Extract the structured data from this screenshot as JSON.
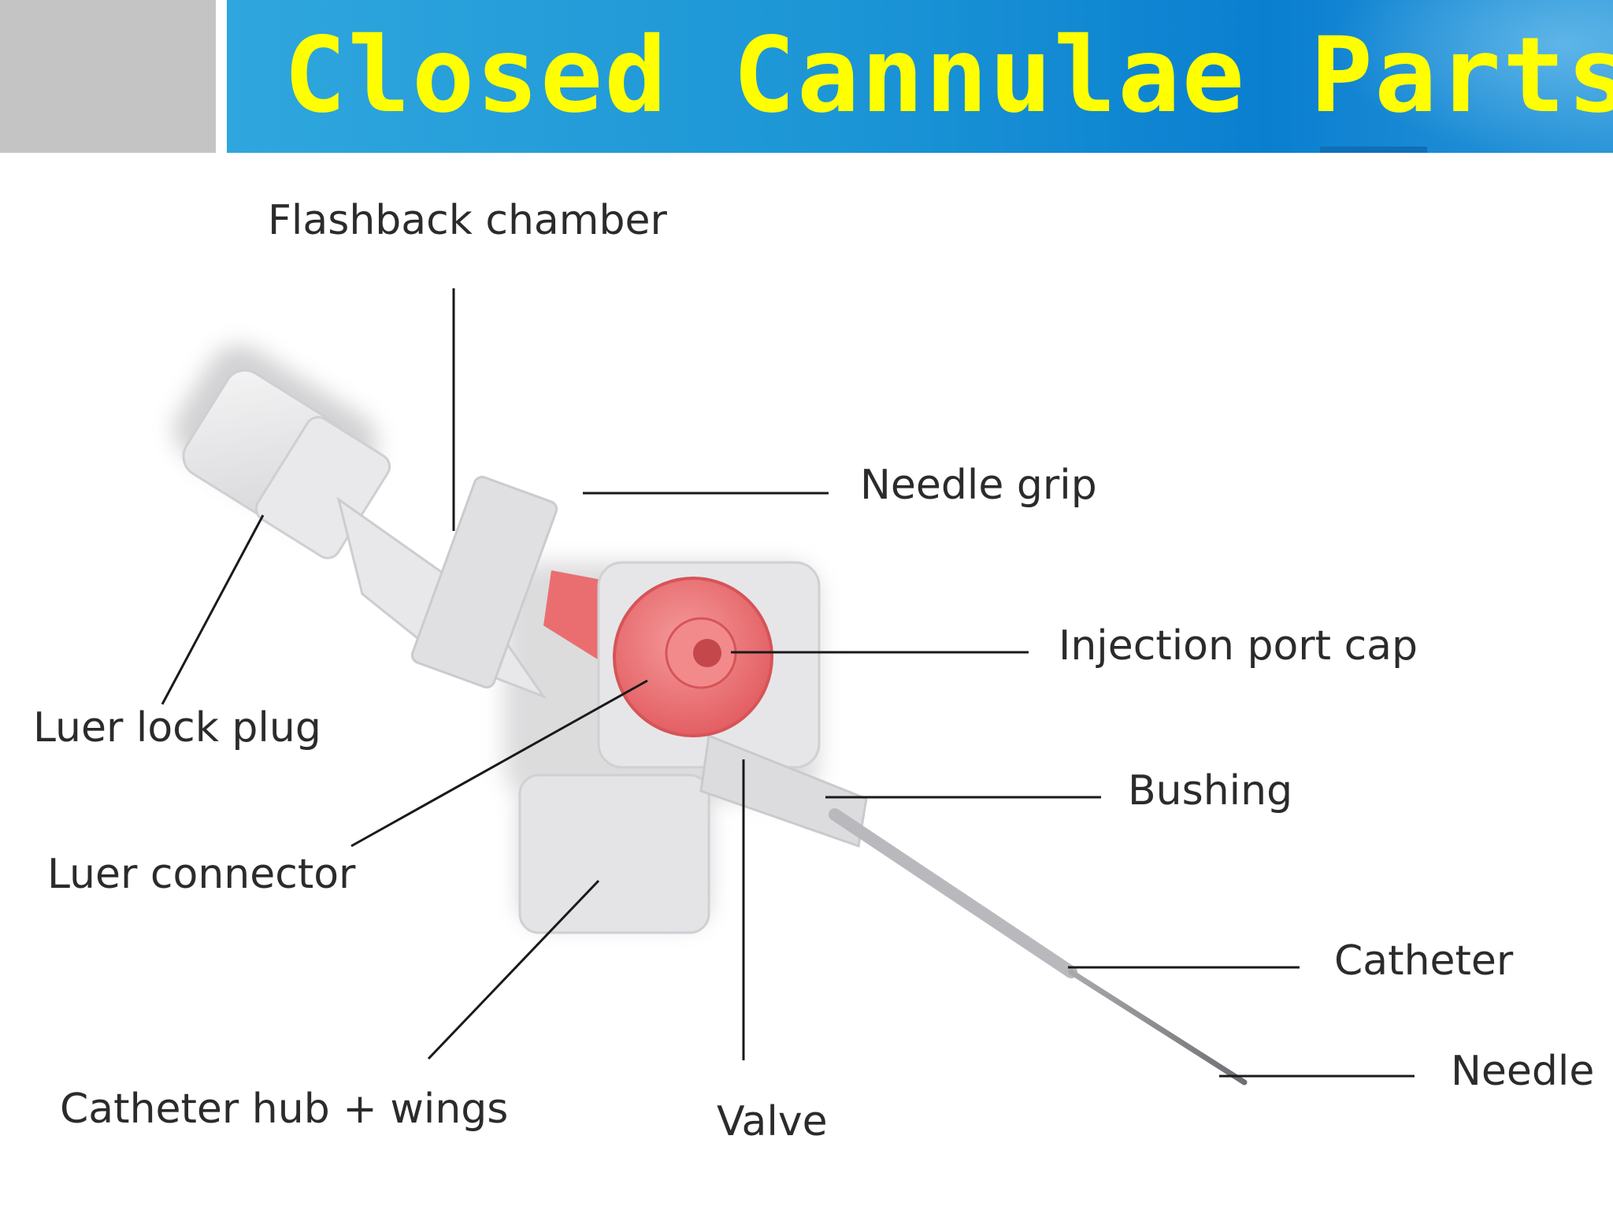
{
  "header": {
    "title": "Closed Cannulae Parts"
  },
  "labels": {
    "flashback_chamber": "Flashback chamber",
    "needle_grip": "Needle grip",
    "injection_port_cap": "Injection port cap",
    "luer_lock_plug": "Luer lock plug",
    "bushing": "Bushing",
    "luer_connector": "Luer connector",
    "catheter": "Catheter",
    "needle": "Needle",
    "catheter_hub_wings": "Catheter hub + wings",
    "valve": "Valve"
  },
  "colors": {
    "title_text": "#ffff00",
    "header_bar": "#1c95d6",
    "side_block": "#c4c4c4",
    "port_cap": "#ec6f72",
    "device_body": "#e4e4e6",
    "label_text": "#2b2b2b"
  }
}
